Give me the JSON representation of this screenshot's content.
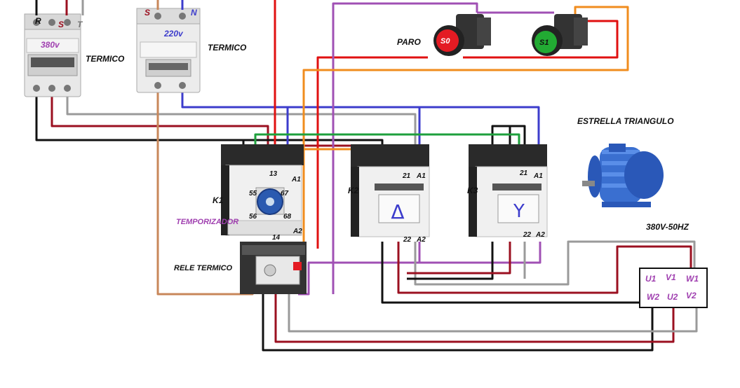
{
  "breaker3": {
    "terminals": [
      "R",
      "S",
      "T"
    ],
    "voltage": "380v",
    "label": "TERMICO"
  },
  "breaker2": {
    "terminals": [
      "S",
      "N"
    ],
    "voltage": "220v",
    "label": "TERMICO"
  },
  "buttons": {
    "stop_caption": "PARO",
    "stop_label": "S0",
    "start_label": "S1"
  },
  "title": "ESTRELLA TRIANGULO",
  "contactors": {
    "k1": {
      "label": "K1",
      "terminals": [
        "13",
        "A1",
        "55",
        "67",
        "56",
        "68",
        "A2",
        "14"
      ]
    },
    "k2": {
      "label": "K2",
      "terminals": [
        "21",
        "A1",
        "22",
        "A2"
      ],
      "symbol": "Δ"
    },
    "k3": {
      "label": "K3",
      "terminals": [
        "21",
        "A1",
        "22",
        "A2"
      ],
      "symbol": "Y"
    }
  },
  "timer_label": "TEMPORIZADOR",
  "relay_label": "RELE TERMICO",
  "motor": {
    "rating": "380V-50HZ",
    "terminals_top": [
      "U1",
      "V1",
      "W1"
    ],
    "terminals_bottom": [
      "W2",
      "U2",
      "V2"
    ]
  },
  "colors": {
    "black": "#111111",
    "darkred": "#9b1020",
    "gray": "#9a9a9a",
    "orange": "#f08c1e",
    "purple": "#a050b4",
    "blue": "#3c3ccc",
    "green": "#1ea03c",
    "brown": "#c8875a",
    "red": "#e01010",
    "label_purple": "#a040b0"
  }
}
